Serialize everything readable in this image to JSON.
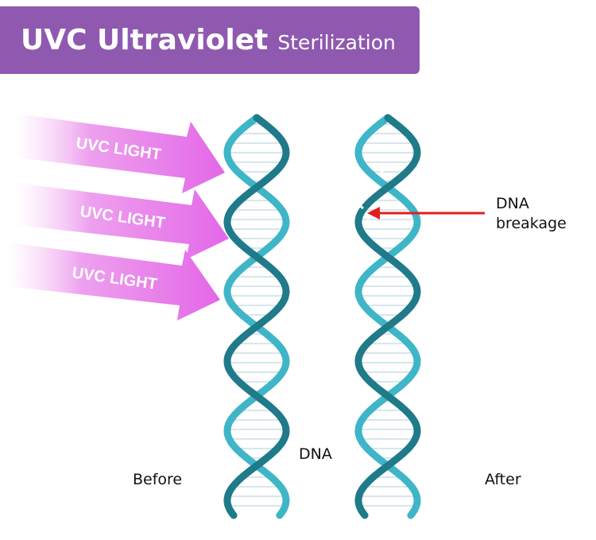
{
  "header": {
    "title_main": "UVC Ultraviolet",
    "title_sub": "Sterilization",
    "bg_color": "#8f59b0"
  },
  "arrows": [
    {
      "label": "UVC LIGHT"
    },
    {
      "label": "UVC LIGHT"
    },
    {
      "label": "UVC LIGHT"
    }
  ],
  "labels": {
    "before": "Before",
    "after": "After",
    "dna": "DNA",
    "breakage": [
      "DNA",
      "breakage"
    ]
  },
  "colors": {
    "arrow": "#e467e8",
    "helix_light": "#3fb5c8",
    "helix_dark": "#1f7a8a",
    "rung": "#d6e6ee",
    "pointer": "#e21e1e"
  }
}
